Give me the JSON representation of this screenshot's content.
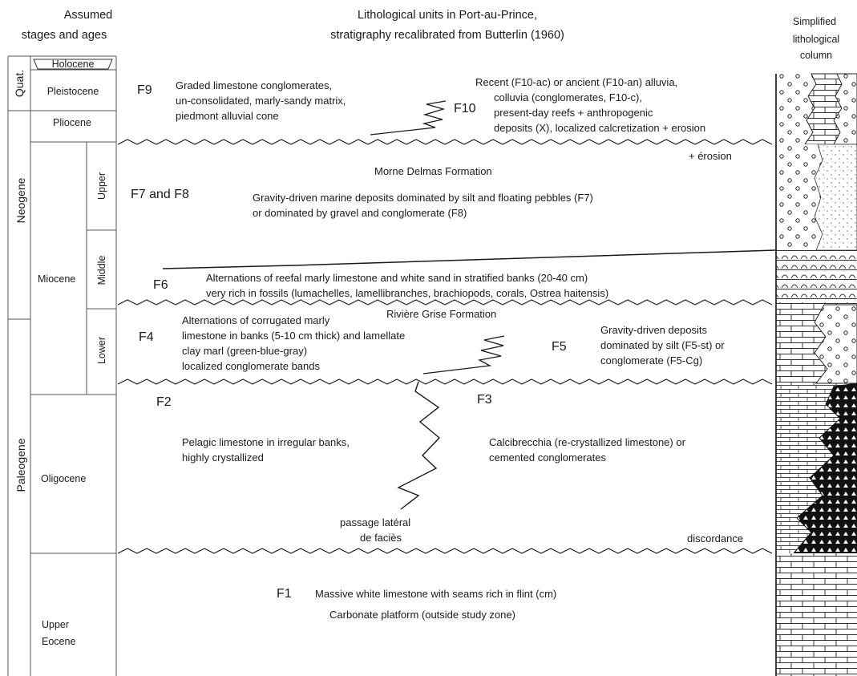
{
  "headers": {
    "left": [
      "Assumed",
      "stages and ages"
    ],
    "center": [
      "Lithological units in Port-au-Prince,",
      "stratigraphy recalibrated from Butterlin (1960)"
    ],
    "right": [
      "Simplified",
      "lithological",
      "column"
    ]
  },
  "periods": {
    "quat": "Quat.",
    "neogene": "Neogene",
    "paleogene": "Paleogene"
  },
  "epochs": {
    "holocene": "Holocene",
    "pleistocene": "Pleistocene",
    "pliocene": "Pliocene",
    "miocene": "Miocene",
    "oligocene": "Oligocene",
    "upper_eocene": [
      "Upper",
      "Eocene"
    ]
  },
  "subdivisions": {
    "upper": "Upper",
    "middle": "Middle",
    "lower": "Lower"
  },
  "units": {
    "f9": {
      "code": "F9",
      "desc": [
        "Graded limestone conglomerates,",
        "un-consolidated, marly-sandy matrix,",
        "piedmont alluvial cone"
      ]
    },
    "f10": {
      "code": "F10",
      "desc": [
        "Recent (F10-ac) or ancient (F10-an) alluvia,",
        "colluvia (conglomerates, F10-c),",
        "present-day reefs + anthropogenic",
        "deposits (X), localized calcretization  + erosion"
      ]
    },
    "erosion": "+ érosion",
    "morne_delmas": "Morne Delmas Formation",
    "f7f8": {
      "code": "F7 and F8",
      "desc": [
        "Gravity-driven marine deposits dominated by silt and floating pebbles (F7)",
        "or dominated by gravel and conglomerate (F8)"
      ]
    },
    "f6": {
      "code": "F6",
      "desc": [
        "Alternations of reefal marly limestone and white sand in stratified banks (20-40 cm)",
        "very rich in fossils (lumachelles, lamellibranches, brachiopods, corals, Ostrea haitensis)"
      ]
    },
    "riviere_grise": "Rivière Grise Formation",
    "f4": {
      "code": "F4",
      "desc": [
        "Alternations of corrugated marly",
        "limestone in banks (5-10 cm thick) and lamellate",
        "clay marl (green-blue-gray)",
        "localized conglomerate bands"
      ]
    },
    "f5": {
      "code": "F5",
      "desc": [
        "Gravity-driven deposits",
        "dominated by silt (F5-st) or",
        "conglomerate (F5-Cg)"
      ]
    },
    "f2": {
      "code": "F2",
      "desc": [
        "Pelagic limestone in irregular banks,",
        "highly crystallized"
      ]
    },
    "f3": {
      "code": "F3",
      "desc": [
        "Calcibrecchia (re-crystallized limestone) or",
        "cemented conglomerates"
      ]
    },
    "passage": [
      "passage latéral",
      "de faciès"
    ],
    "discordance": "discordance",
    "f1": {
      "code": "F1",
      "desc": [
        "Massive white limestone with seams rich in flint (cm)",
        "Carbonate platform (outside study zone)"
      ]
    }
  }
}
